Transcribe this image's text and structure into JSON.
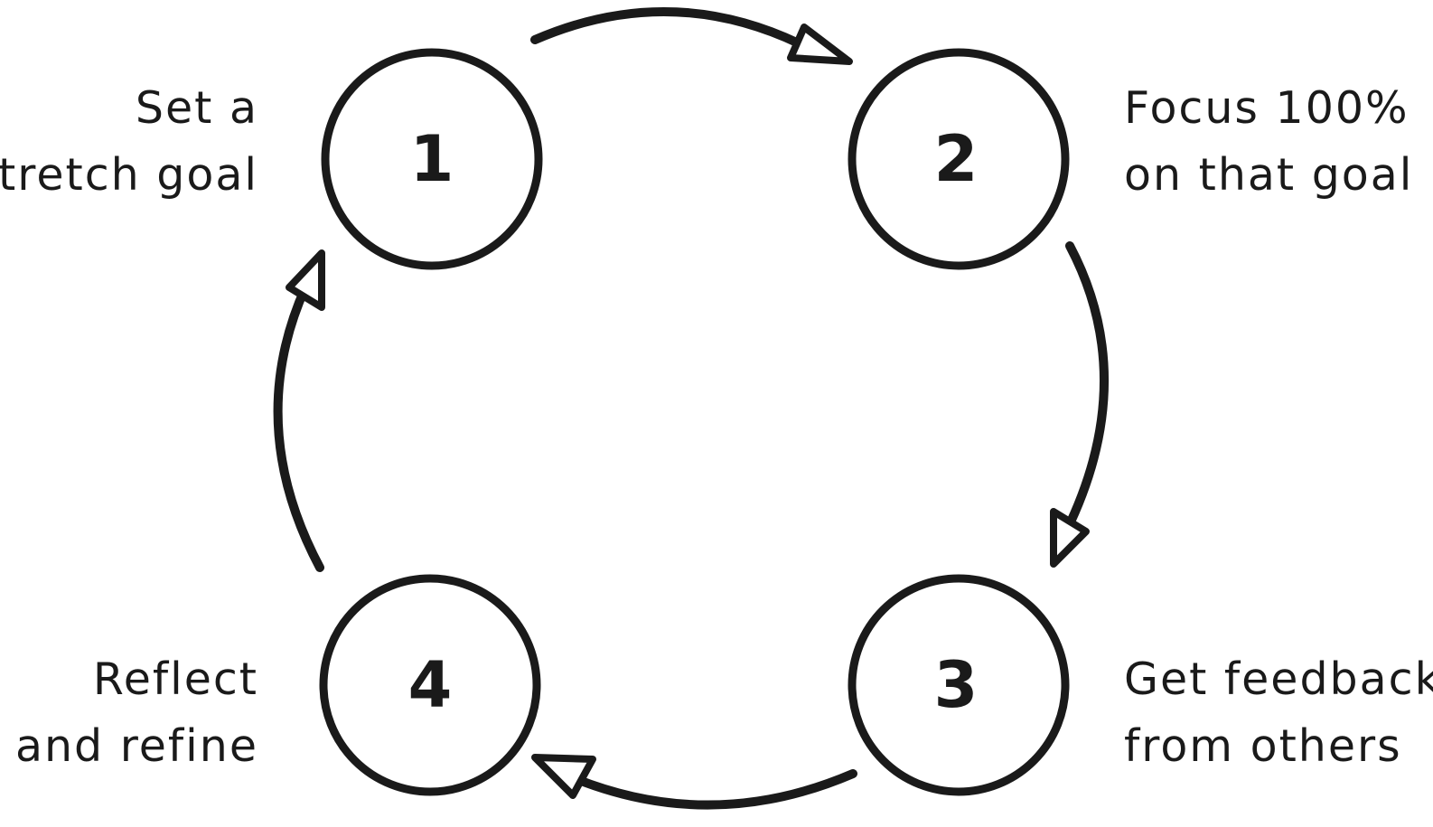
{
  "steps": [
    {
      "number": "1",
      "line1": "Set a",
      "line2": "stretch goal"
    },
    {
      "number": "2",
      "line1": "Focus 100%",
      "line2": "on that goal"
    },
    {
      "number": "3",
      "line1": "Get feedback",
      "line2": "from others"
    },
    {
      "number": "4",
      "line1": "Reflect",
      "line2": "and refine"
    }
  ],
  "colors": {
    "ink": "#1a1a1a",
    "background": "#ffffff"
  }
}
